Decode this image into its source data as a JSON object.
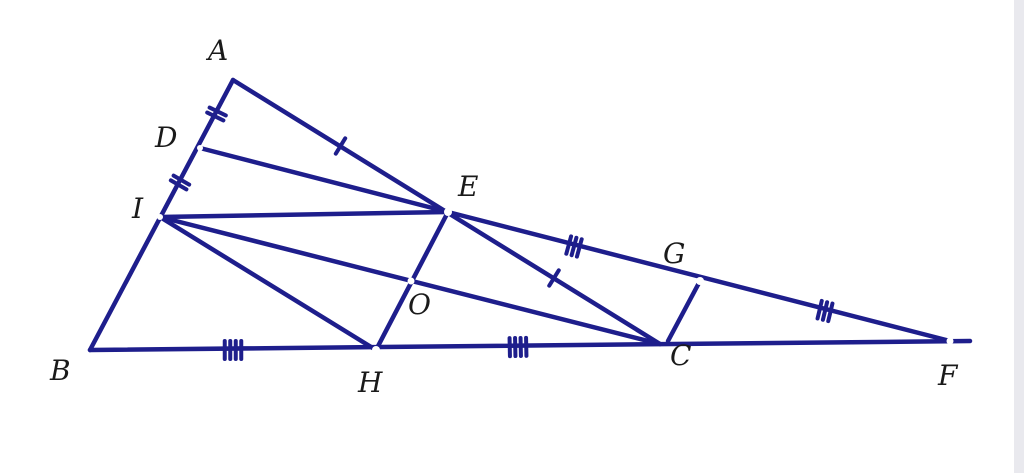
{
  "colors": {
    "line": "#1e1e8c",
    "label": "#1a1a1a",
    "background": "#ffffff",
    "edge_strip": "#e9e9ee"
  },
  "points": {
    "A": "A",
    "B": "B",
    "C": "C",
    "D": "D",
    "E": "E",
    "F": "F",
    "G": "G",
    "H": "H",
    "I": "I",
    "O": "O"
  }
}
